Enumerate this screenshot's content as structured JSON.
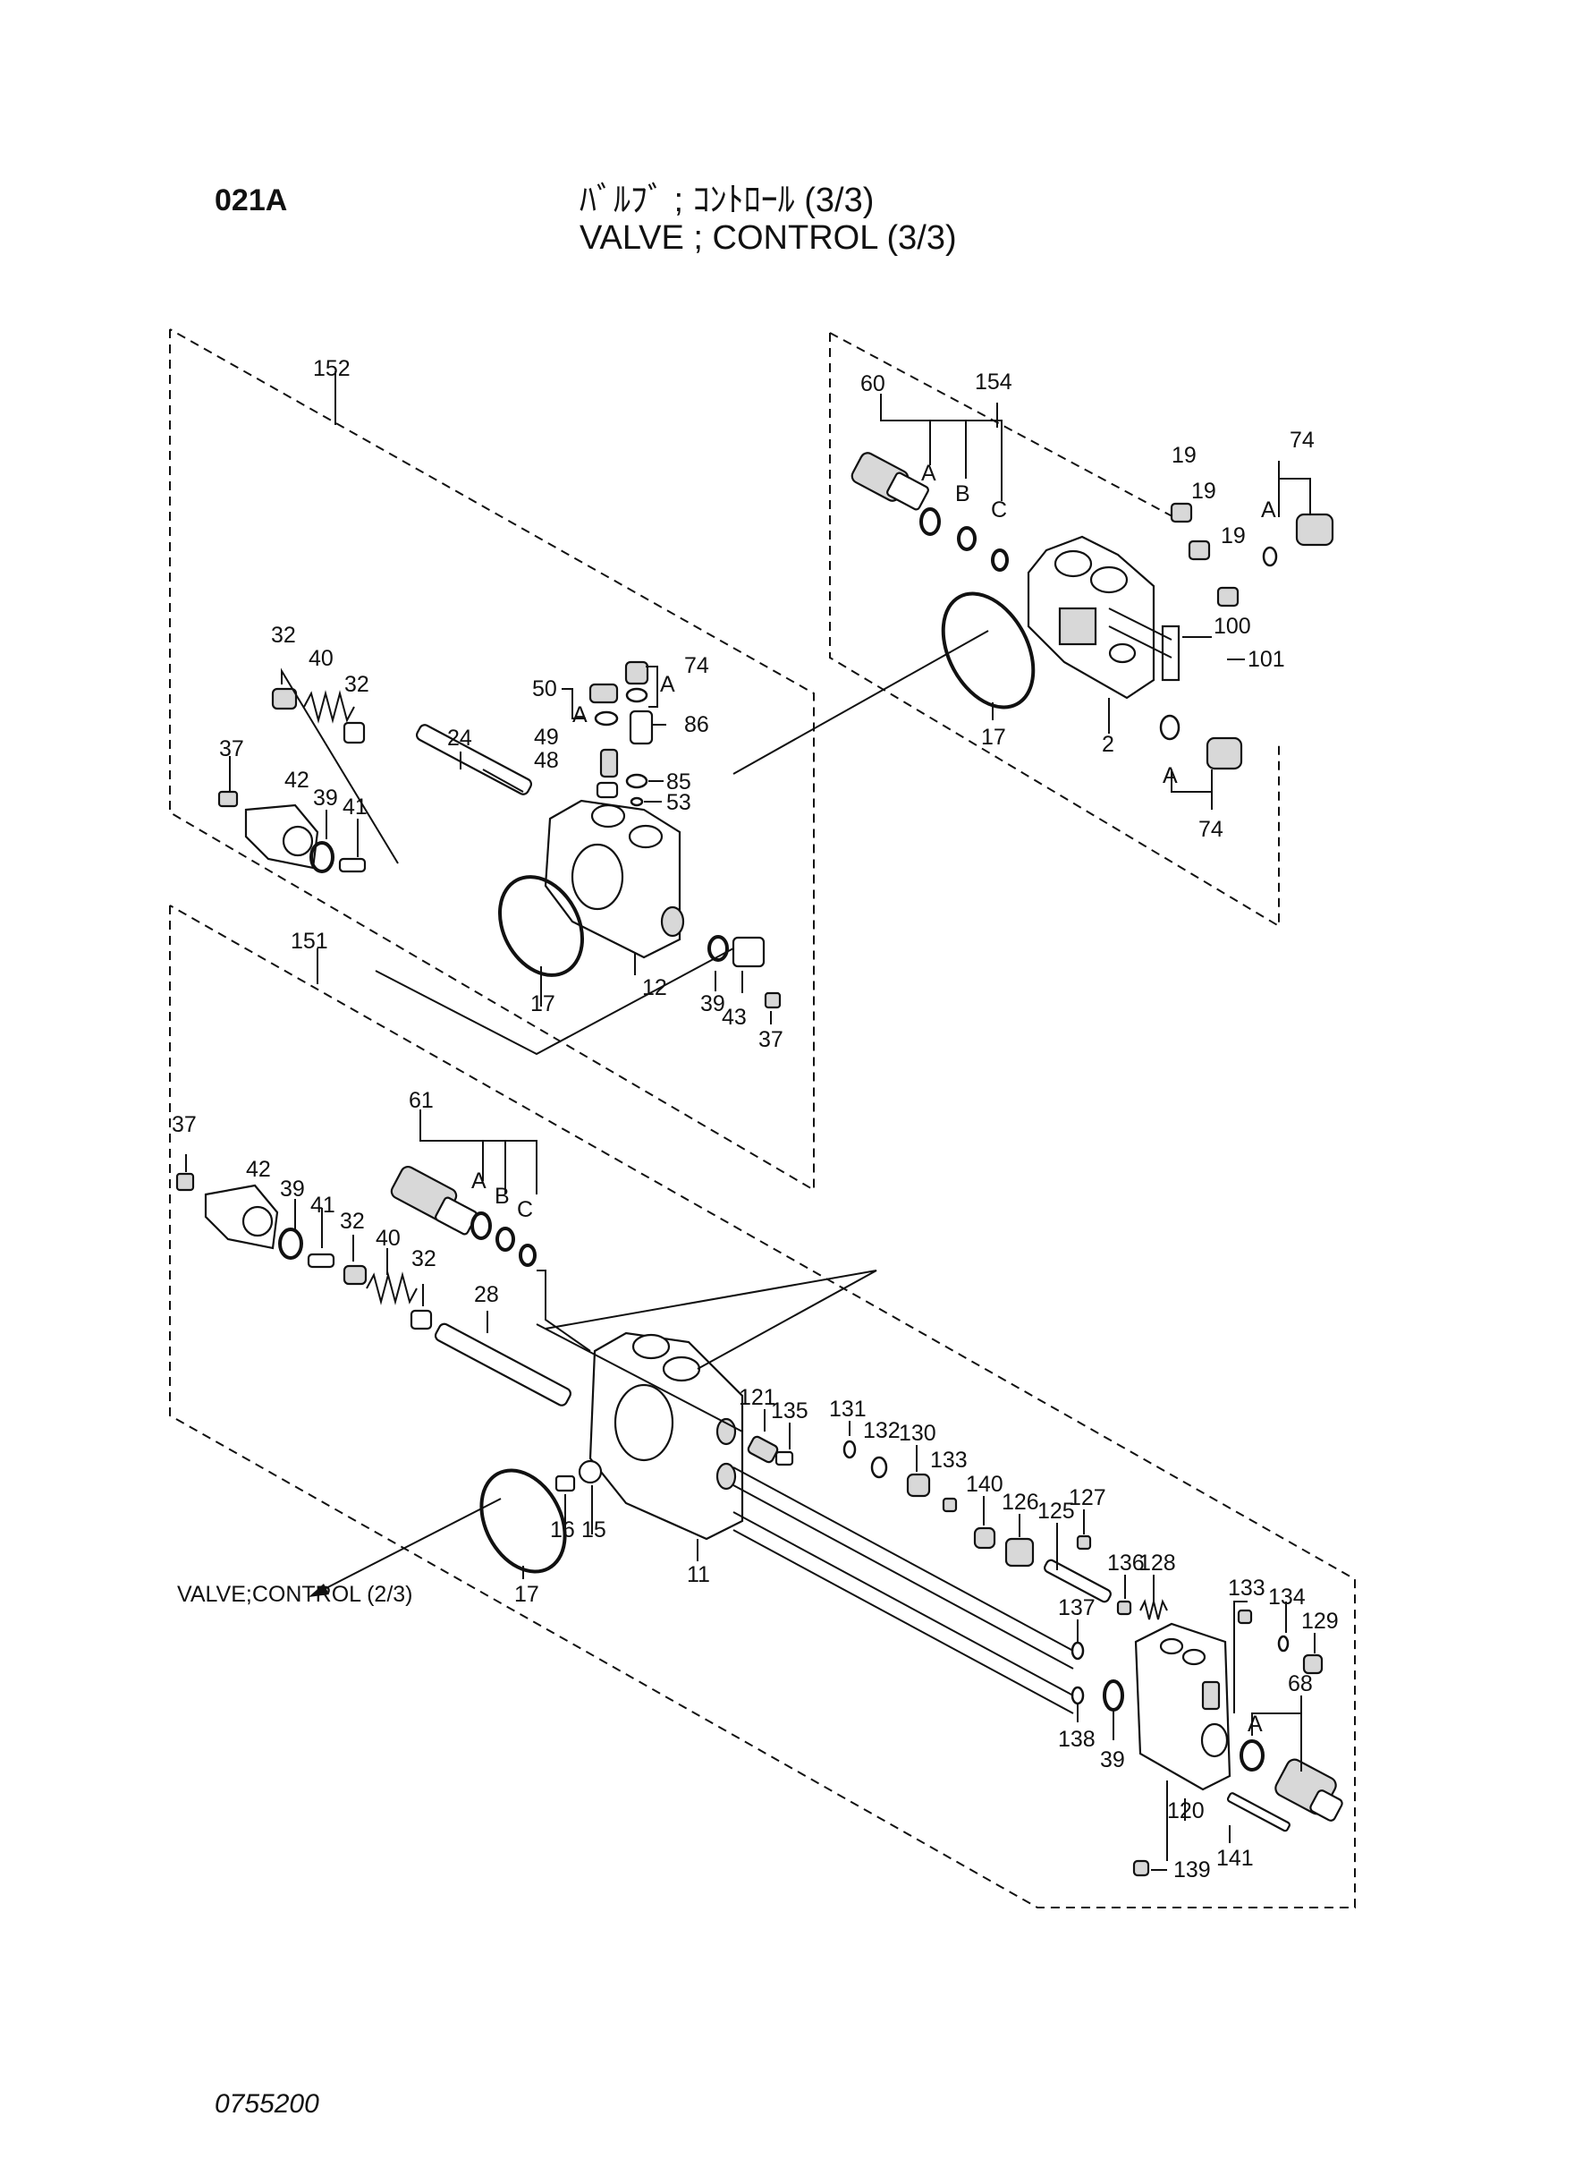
{
  "header": {
    "code": "021A",
    "title_ja": "ﾊﾞﾙﾌﾞ ; ｺﾝﾄﾛｰﾙ (3/3)",
    "title_en": "VALVE ; CONTROL (3/3)"
  },
  "footer": {
    "doc_number": "0755200"
  },
  "reference": {
    "label": "VALVE;CONTROL (2/3)"
  },
  "callouts": {
    "c152": "152",
    "c154": "154",
    "c151": "151",
    "c60": "60",
    "c60a": "A",
    "c60b": "B",
    "c60c": "C",
    "c19a": "19",
    "c19b": "19",
    "c19c": "19",
    "c74top": "74",
    "c74topA": "A",
    "c100": "100",
    "c101": "101",
    "c17top": "17",
    "c2": "2",
    "c74botA": "A",
    "c74bot": "74",
    "c32a": "32",
    "c40a": "40",
    "c32b": "32",
    "c74mid": "74",
    "c74midA": "A",
    "c50": "50",
    "c50A": "A",
    "c86": "86",
    "c49": "49",
    "c48": "48",
    "c24": "24",
    "c37a": "37",
    "c42a": "42",
    "c39a": "39",
    "c41a": "41",
    "c85": "85",
    "c53": "53",
    "c17mid": "17",
    "c12": "12",
    "c39b": "39",
    "c43": "43",
    "c37b": "37",
    "c37c": "37",
    "c61": "61",
    "c61a": "A",
    "c61b": "B",
    "c61c": "C",
    "c42b": "42",
    "c39c": "39",
    "c41b": "41",
    "c32c": "32",
    "c40b": "40",
    "c32d": "32",
    "c28": "28",
    "c121": "121",
    "c135": "135",
    "c131": "131",
    "c132": "132",
    "c130": "130",
    "c133a": "133",
    "c140": "140",
    "c126": "126",
    "c127": "127",
    "c125": "125",
    "c136": "136",
    "c128": "128",
    "c133b": "133",
    "c134": "134",
    "c129": "129",
    "c137": "137",
    "c138": "138",
    "c39d": "39",
    "c68": "68",
    "c68A": "A",
    "c120": "120",
    "c141": "141",
    "c139": "139",
    "c16": "16",
    "c15": "15",
    "c11": "11",
    "c17bot": "17"
  }
}
